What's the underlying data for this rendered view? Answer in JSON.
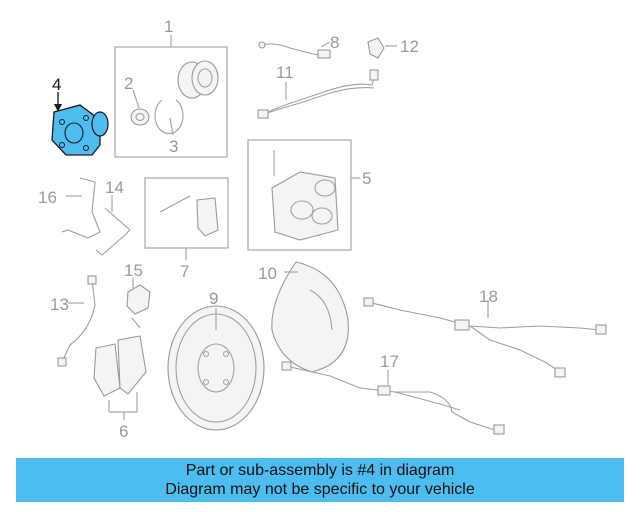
{
  "diagram": {
    "callouts": [
      "1",
      "2",
      "3",
      "4",
      "5",
      "6",
      "7",
      "8",
      "9",
      "10",
      "11",
      "12",
      "13",
      "14",
      "15",
      "16",
      "17",
      "18"
    ],
    "highlighted_callout": "4",
    "highlight_color": "#4dbdf0"
  },
  "banner": {
    "line1": "Part or sub-assembly is #4 in diagram",
    "line2": "Diagram may not be specific to your vehicle",
    "background": "#4dbdf0"
  }
}
